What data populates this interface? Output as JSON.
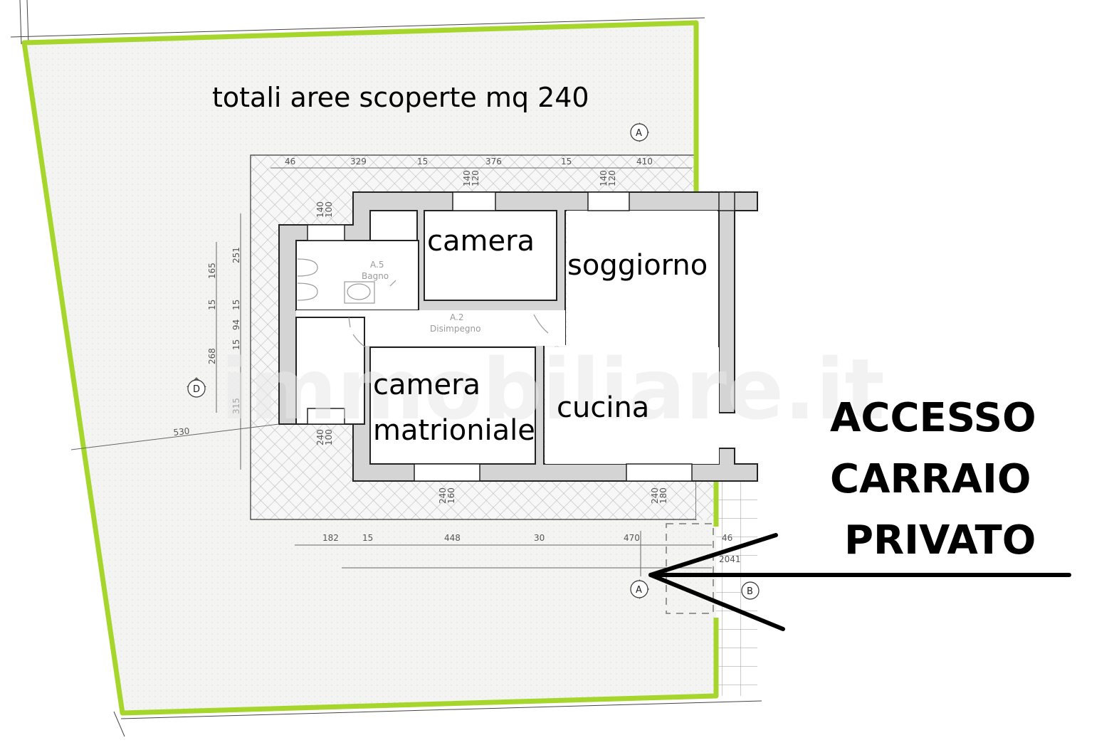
{
  "plan": {
    "title": "totali aree scoperte mq 240",
    "watermark": "immobiliare.it",
    "colors": {
      "boundary": "#a6d62c",
      "wall": "#d4d4d4",
      "garden": "#f2f2f0",
      "hatch": "#bdbdbd",
      "text": "#000000"
    }
  },
  "rooms": [
    {
      "id": "camera",
      "label": "camera"
    },
    {
      "id": "soggiorno",
      "label": "soggiorno"
    },
    {
      "id": "camera-matrimoniale",
      "label_line1": "camera",
      "label_line2": "matrioniale"
    },
    {
      "id": "cucina",
      "label": "cucina"
    },
    {
      "id": "bagno",
      "code": "A.5",
      "label": "Bagno"
    },
    {
      "id": "disimpegno",
      "code": "A.2",
      "label": "Disimpegno"
    }
  ],
  "access_note": {
    "line1": "ACCESSO",
    "line2": "CARRAIO",
    "line3": "PRIVATO"
  },
  "dimensions": {
    "top": [
      "46",
      "329",
      "15",
      "376",
      "15",
      "410"
    ],
    "top_windows": [
      {
        "a": "140",
        "b": "120"
      },
      {
        "a": "140",
        "b": "120"
      }
    ],
    "left_window": {
      "a": "140",
      "b": "100"
    },
    "left_outer": [
      "165",
      "15",
      "94",
      "15",
      "268"
    ],
    "left_inner": [
      "251",
      "15",
      "315"
    ],
    "diagonal": "530",
    "bottom": [
      "182",
      "15",
      "448",
      "30",
      "470",
      "46"
    ],
    "bottom_extra": "2041",
    "bottom_windows": [
      {
        "a": "240",
        "b": "160"
      },
      {
        "a": "240",
        "b": "180"
      }
    ],
    "lower_left_window": {
      "a": "240",
      "b": "100"
    }
  },
  "section_markers": [
    {
      "id": "A-top",
      "letter": "A"
    },
    {
      "id": "A-bottom",
      "letter": "A"
    },
    {
      "id": "B",
      "letter": "B"
    },
    {
      "id": "D",
      "letter": "D"
    }
  ]
}
